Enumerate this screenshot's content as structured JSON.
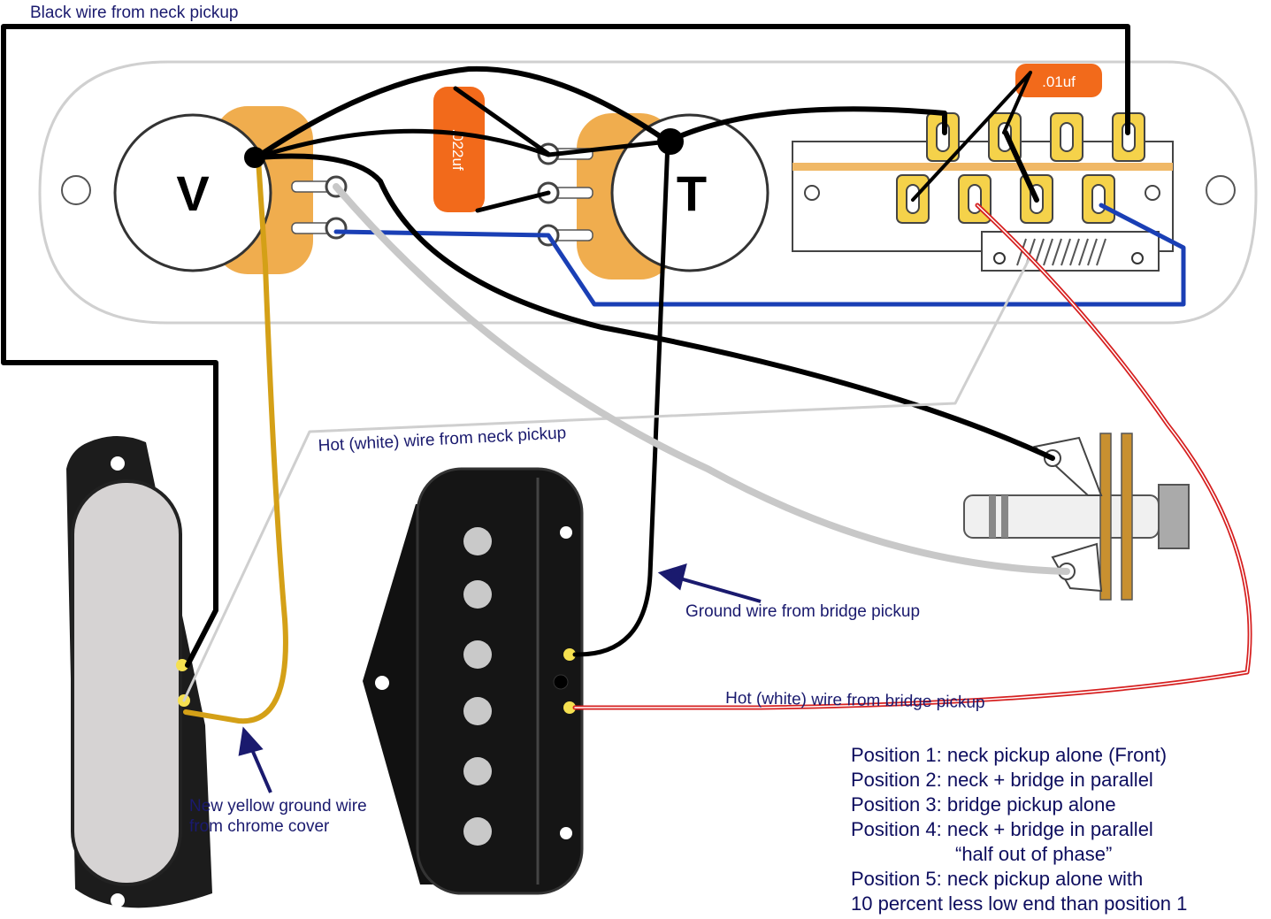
{
  "labels": {
    "black_wire_neck": "Black wire from neck pickup",
    "hot_white_neck": "Hot (white) wire from neck pickup",
    "ground_bridge": "Ground wire from bridge pickup",
    "hot_white_bridge": "Hot (white) wire from bridge pickup",
    "yellow_ground_line1": "New yellow ground wire",
    "yellow_ground_line2": "from chrome cover"
  },
  "knobs": {
    "volume": "V",
    "tone": "T"
  },
  "capacitors": {
    "tone_cap": ".022uf",
    "switch_cap": ".01uf"
  },
  "positions": [
    "Position 1: neck pickup alone (Front)",
    "Position 2: neck + bridge in parallel",
    "Position 3: bridge pickup alone",
    "Position 4: neck + bridge in parallel",
    "“half out of phase”",
    "Position 5: neck pickup alone with",
    "10 percent less low end than position 1"
  ],
  "colors": {
    "pot_body": "#f0ad4e",
    "capacitor": "#f26a1b",
    "switch_lug": "#f5d24a",
    "wire_black": "#000000",
    "wire_blue": "#1a3fb5",
    "wire_white": "#c8c8c8",
    "wire_yellow": "#d4a017",
    "wire_red": "#d62020",
    "label_text": "#1a1a6e"
  }
}
